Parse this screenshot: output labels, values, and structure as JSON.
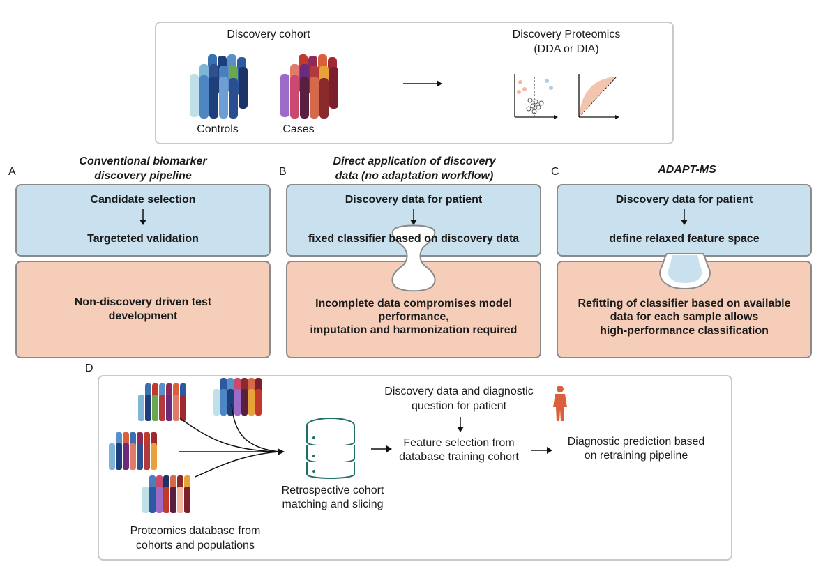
{
  "top": {
    "cohort_title": "Discovery cohort",
    "controls_label": "Controls",
    "cases_label": "Cases",
    "proteomics_title_1": "Discovery Proteomics",
    "proteomics_title_2": "(DDA or DIA)"
  },
  "panel_a": {
    "letter": "A",
    "title_1": "Conventional biomarker",
    "title_2": "discovery pipeline",
    "step1": "Candidate selection",
    "step2": "Targeteted validation",
    "outcome_1": "Non-discovery driven test",
    "outcome_2": "development"
  },
  "panel_b": {
    "letter": "B",
    "title_1": "Direct application of discovery",
    "title_2": "data (no adaptation workflow)",
    "step1": "Discovery data for patient",
    "step2": "fixed classifier based on discovery data",
    "outcome_1": "Incomplete data compromises model",
    "outcome_2": "performance,",
    "outcome_3": "imputation and harmonization required"
  },
  "panel_c": {
    "letter": "C",
    "title_1": "ADAPT-MS",
    "step1": "Discovery data for patient",
    "step2": "define relaxed feature space",
    "outcome_1": "Refitting of classifier based on available",
    "outcome_2": "data for each sample allows",
    "outcome_3": "high-performance  classification"
  },
  "panel_d": {
    "letter": "D",
    "database_1": "Proteomics database from",
    "database_2": "cohorts and populations",
    "retro_1": "Retrospective cohort",
    "retro_2": "matching and slicing",
    "question_1": "Discovery data and diagnostic",
    "question_2": "question for patient",
    "feature_1": "Feature selection from",
    "feature_2": "database training cohort",
    "prediction_1": "Diagnostic prediction based",
    "prediction_2": "on retraining pipeline"
  },
  "colors": {
    "blue_box": "#c9e1ee",
    "pink_box": "#f6cdb9",
    "box_border": "#8a8a8a",
    "frame_border": "#c9c9c9",
    "database_teal": "#1f6f68"
  },
  "icons": [
    "people-crowd-icon",
    "volcano-plot-icon",
    "roc-curve-icon",
    "database-icon",
    "patient-figure-icon",
    "arrow-icon"
  ]
}
